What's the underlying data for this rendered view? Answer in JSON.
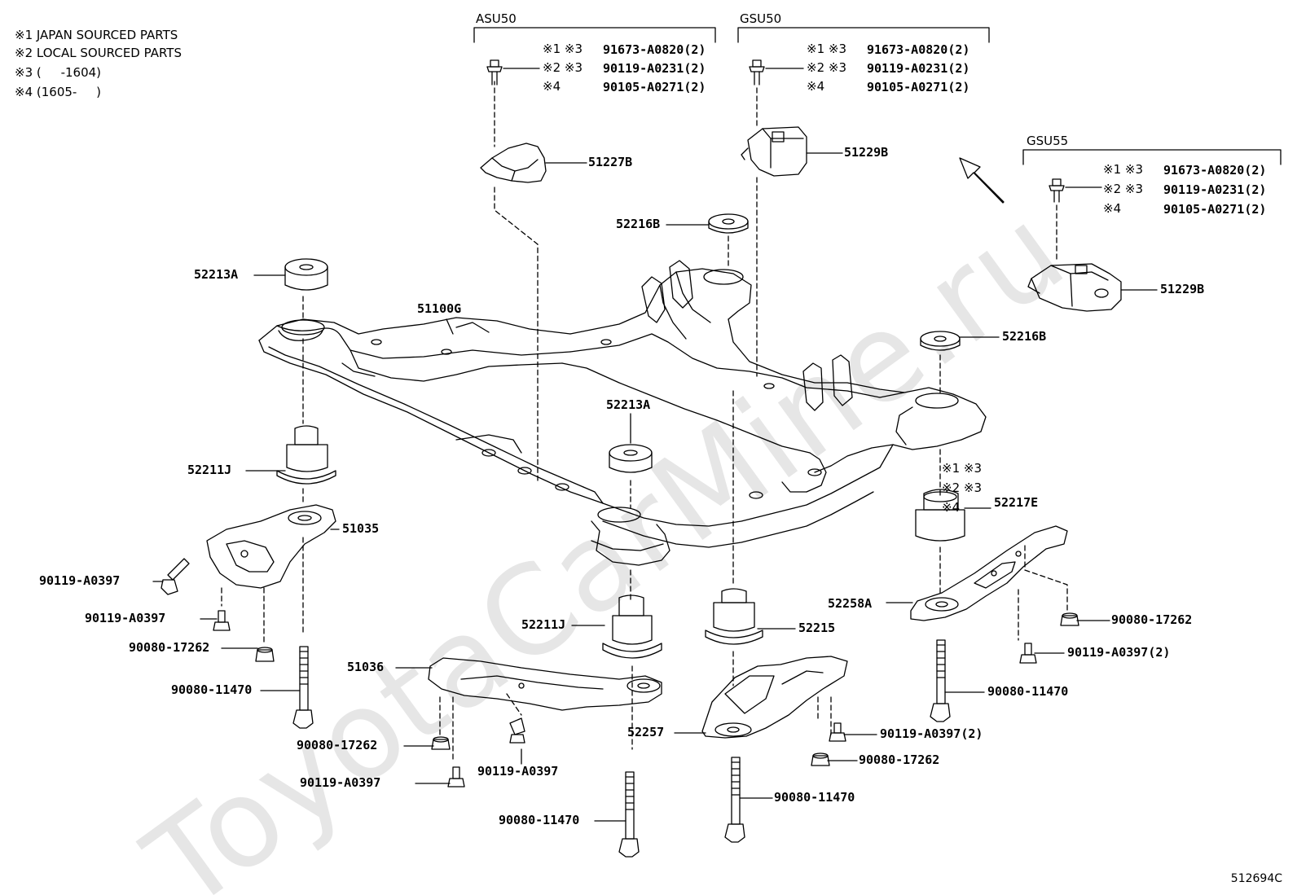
{
  "watermark": "ToyotaCarMine.ru",
  "diagram_id": "512694C",
  "notes": [
    "※1 JAPAN SOURCED PARTS",
    "※2 LOCAL SOURCED PARTS",
    "※3 (     -1604)",
    "※4 (1605-     )"
  ],
  "groups": {
    "asu50": {
      "title": "ASU50",
      "rows": [
        {
          "marks": "※1 ※3",
          "part": "91673-A0820(2)"
        },
        {
          "marks": "※2 ※3",
          "part": "90119-A0231(2)"
        },
        {
          "marks": "※4",
          "part": "90105-A0271(2)"
        }
      ]
    },
    "gsu50": {
      "title": "GSU50",
      "rows": [
        {
          "marks": "※1 ※3",
          "part": "91673-A0820(2)"
        },
        {
          "marks": "※2 ※3",
          "part": "90119-A0231(2)"
        },
        {
          "marks": "※4",
          "part": "90105-A0271(2)"
        }
      ]
    },
    "gsu55": {
      "title": "GSU55",
      "rows": [
        {
          "marks": "※1 ※3",
          "part": "91673-A0820(2)"
        },
        {
          "marks": "※2 ※3",
          "part": "90119-A0231(2)"
        },
        {
          "marks": "※4",
          "part": "90105-A0271(2)"
        }
      ]
    }
  },
  "marks_52217e": [
    "※1 ※3",
    "※2 ※3",
    "※4"
  ],
  "parts": {
    "p51227B": "51227B",
    "p51229B_a": "51229B",
    "p51229B_b": "51229B",
    "p52216B_a": "52216B",
    "p52216B_b": "52216B",
    "p52213A_a": "52213A",
    "p52213A_b": "52213A",
    "p51100G": "51100G",
    "p52211J_a": "52211J",
    "p52211J_b": "52211J",
    "p51035": "51035",
    "p52217E": "52217E",
    "p52258A": "52258A",
    "p52215": "52215",
    "p51036": "51036",
    "p52257": "52257",
    "p90119A0397_a": "90119-A0397",
    "p90119A0397_b": "90119-A0397",
    "p90119A0397_c": "90119-A0397",
    "p90119A0397_d": "90119-A0397",
    "p90119A0397_2a": "90119-A0397(2)",
    "p90119A0397_2b": "90119-A0397(2)",
    "p9008017262_a": "90080-17262",
    "p9008017262_b": "90080-17262",
    "p9008017262_c": "90080-17262",
    "p9008017262_d": "90080-17262",
    "p9008011470_a": "90080-11470",
    "p9008011470_b": "90080-11470",
    "p9008011470_c": "90080-11470",
    "p9008011470_d": "90080-11470"
  }
}
